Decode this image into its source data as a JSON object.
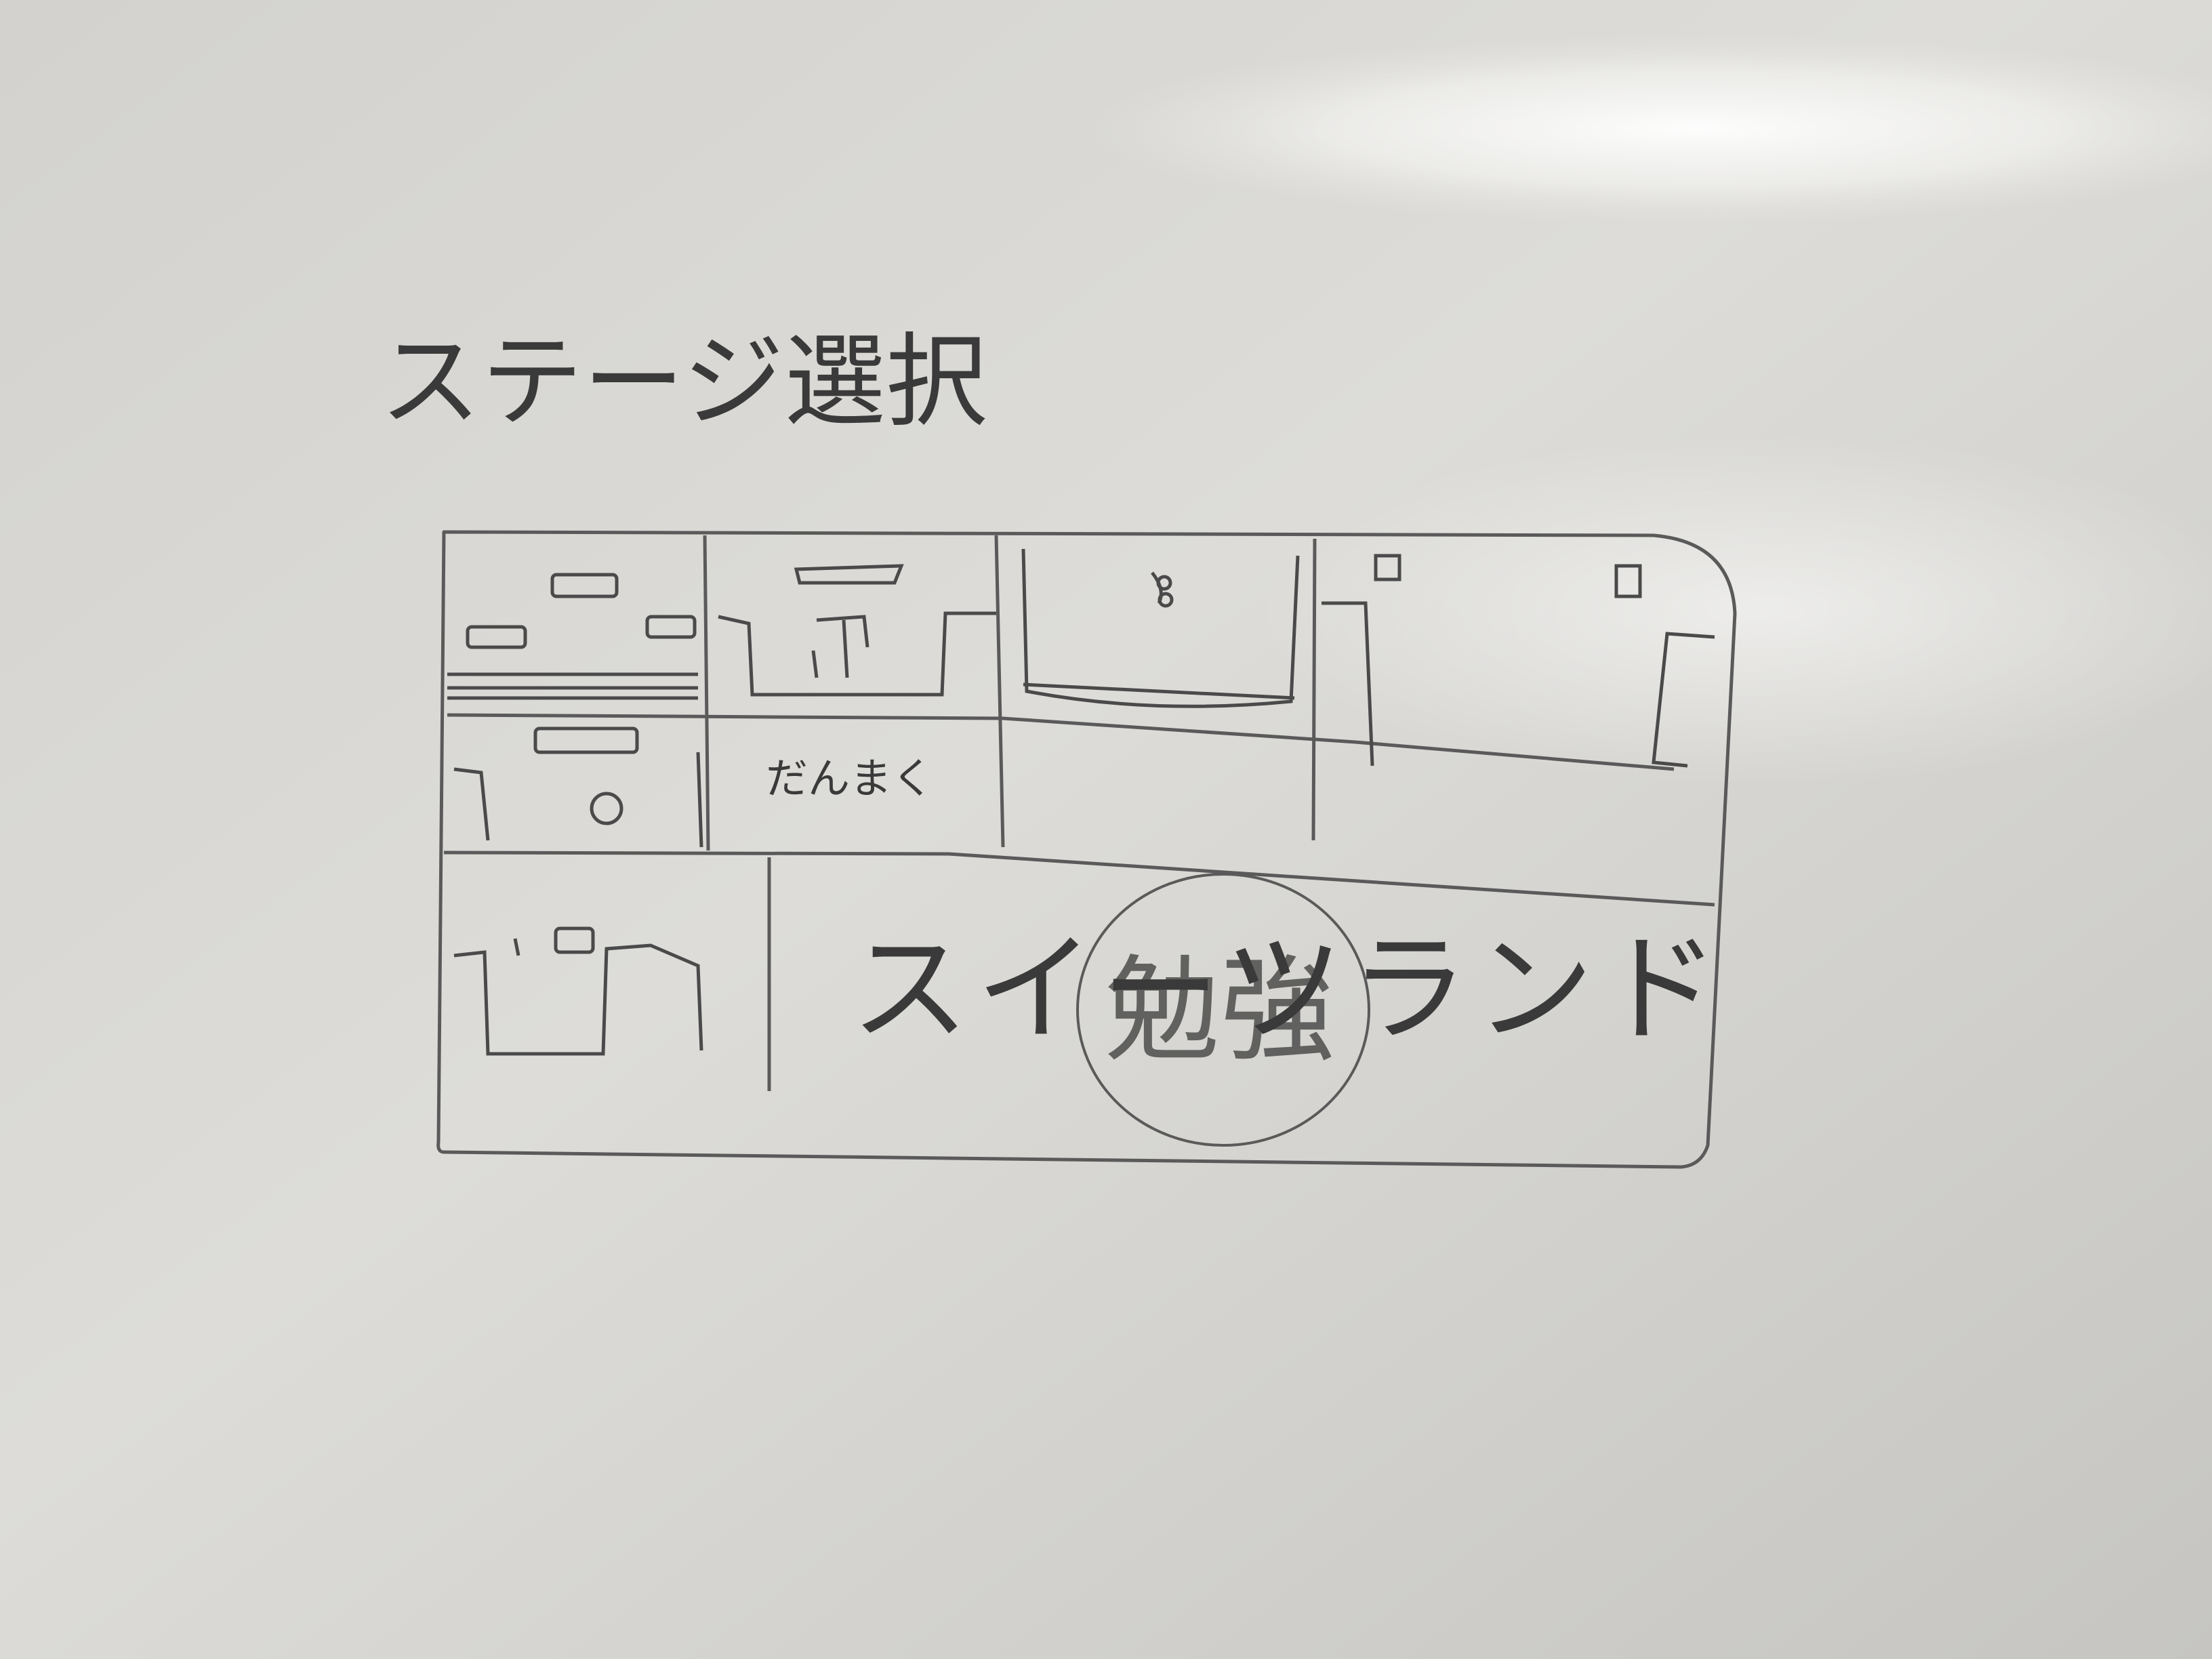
{
  "whiteboard": {
    "title": "ステージ選択",
    "panel_label": "だんまく",
    "banner_text": "スイーツランド",
    "scribble_text": "勉強"
  },
  "colors": {
    "board_light": "#e4e3e0",
    "board_dark": "#c7c6c2",
    "marker": "#4a4a4a",
    "glare": "#ffffff"
  }
}
